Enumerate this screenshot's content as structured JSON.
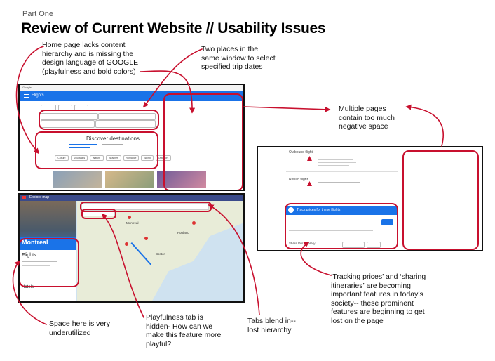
{
  "header": {
    "part": "Part One",
    "title": "Review of Current Website // Usability Issues"
  },
  "notes": {
    "home_hierarchy": [
      "Home page lacks content",
      "hierarchy  and is missing the",
      "design language of GOOGLE",
      "(playfulness and bold colors)"
    ],
    "two_places": [
      "Two places in the",
      "same window to select",
      "specified trip dates"
    ],
    "negative_space": [
      "Multiple pages",
      "contain too much",
      "negative space"
    ],
    "tracking": [
      "‘Tracking prices’ and ‘sharing",
      "itineraries’ are becoming",
      "important features in today’s",
      "society-- these prominent",
      "features are beginning to get",
      "lost on the page"
    ],
    "underutilized": [
      "Space here is very",
      "underutilized"
    ],
    "playfulness": [
      "Playfulness tab is",
      "hidden- How can we",
      "make this feature more",
      "playful?"
    ],
    "tabs_blend": [
      "Tabs blend in--",
      "lost hierarchy"
    ]
  },
  "screens": {
    "home": {
      "app_label": "Flights",
      "section_title": "Discover destinations",
      "chips": [
        "Culture",
        "Mountains",
        "Nature",
        "Beaches",
        "Romance",
        "Skiing",
        "Outdoors"
      ]
    },
    "map": {
      "app_label": "Explore map",
      "city": "Montreal",
      "flights_label": "Flights",
      "hotels_label": "Hotels",
      "map_places": [
        "Montreal",
        "Boston",
        "Portland"
      ]
    },
    "results": {
      "outbound_label": "Outbound flight",
      "return_label": "Return flight",
      "track_title": "Track prices for these flights",
      "share_label": "Share this itinerary"
    }
  },
  "colors": {
    "accent_red": "#c8102e",
    "google_blue": "#1a73e8"
  }
}
